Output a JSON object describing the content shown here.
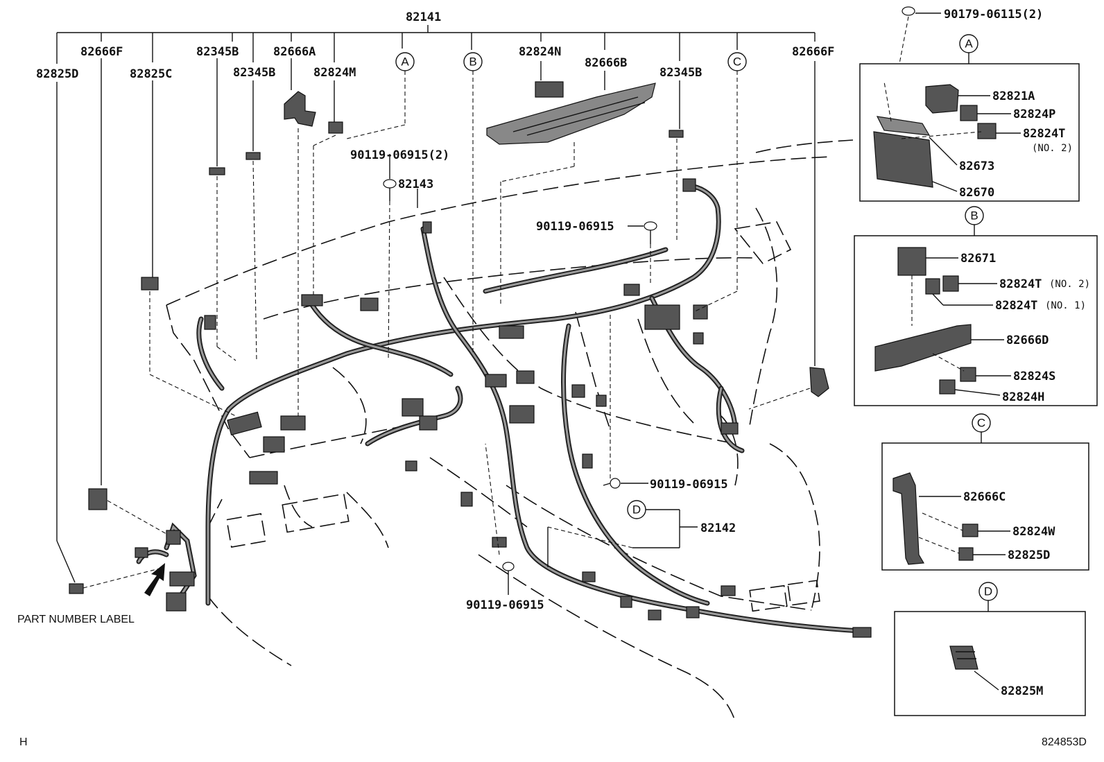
{
  "labels": {
    "p82141": "82141",
    "p82825D_left": "82825D",
    "p82666F_left": "82666F",
    "p82825C": "82825C",
    "p82345B_a": "82345B",
    "p82345B_b": "82345B",
    "p82666A": "82666A",
    "p82824M": "82824M",
    "p82824N": "82824N",
    "p82666B": "82666B",
    "p82345B_c": "82345B",
    "p82666F_right": "82666F",
    "p90119_06915_2": "90119-06915(2)",
    "p82143": "82143",
    "p90119_06915_a": "90119-06915",
    "p90119_06915_b": "90119-06915",
    "p90119_06915_c": "90119-06915",
    "p82142": "82142",
    "part_number_label": "PART NUMBER LABEL",
    "corner_left": "H",
    "corner_right": "824853D"
  },
  "callouts": {
    "A": "A",
    "B": "B",
    "C": "C",
    "D": "D"
  },
  "inset_a": {
    "top": "90179-06115(2)",
    "p1": "82821A",
    "p2": "82824P",
    "p3": "82824T",
    "p3_note": "(NO. 2)",
    "p4": "82673",
    "p5": "82670"
  },
  "inset_b": {
    "p1": "82671",
    "p2": "82824T",
    "p2_note": "(NO. 2)",
    "p3": "82824T",
    "p3_note": "(NO. 1)",
    "p4": "82666D",
    "p5": "82824S",
    "p6": "82824H"
  },
  "inset_c": {
    "p1": "82666C",
    "p2": "82824W",
    "p3": "82825D"
  },
  "inset_d": {
    "p1": "82825M"
  }
}
